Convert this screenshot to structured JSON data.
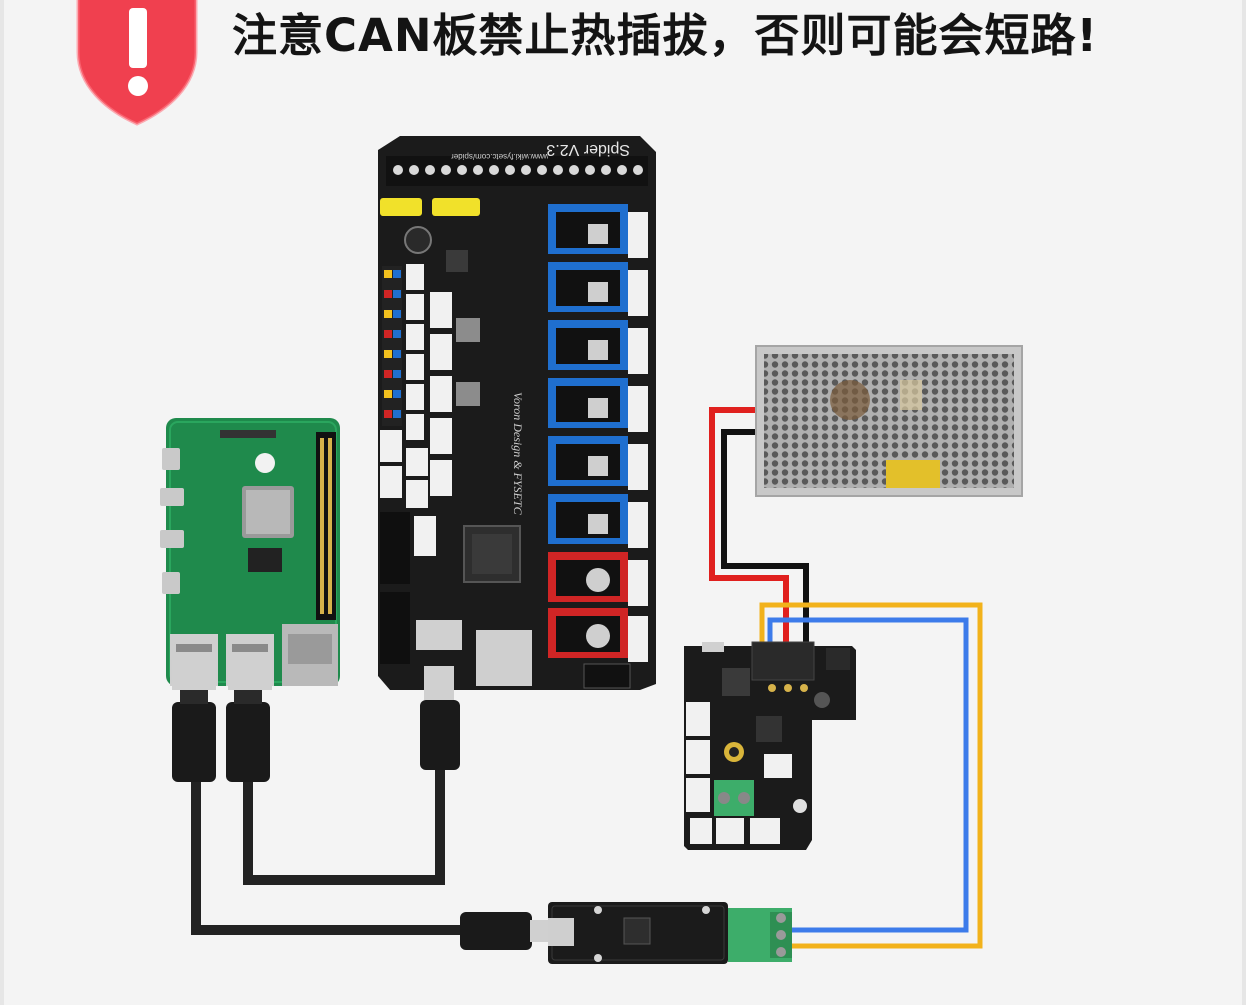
{
  "warning": {
    "icon": "exclamation-shield-icon",
    "text": "注意CAN板禁止热插拔，否则可能会短路!"
  },
  "board_silkscreen": {
    "model": "Spider V2.3",
    "url": "www.wiki.fysetc.com/spider",
    "credit": "Voron Design & FYSETC"
  },
  "psu_label": "",
  "colors": {
    "warning_red": "#f0404f",
    "wire_red": "#e0201e",
    "wire_black": "#111111",
    "wire_orange": "#f2b21b",
    "wire_blue": "#3c7bea",
    "pcb_green": "#1f8a4c",
    "pcb_black": "#1b1b1b",
    "driver_blue": "#1f6fcf",
    "driver_red": "#d02525",
    "connector_white": "#f1f1f1",
    "terminal_green": "#3dad6a",
    "psu_gray": "#bdbdbd"
  }
}
